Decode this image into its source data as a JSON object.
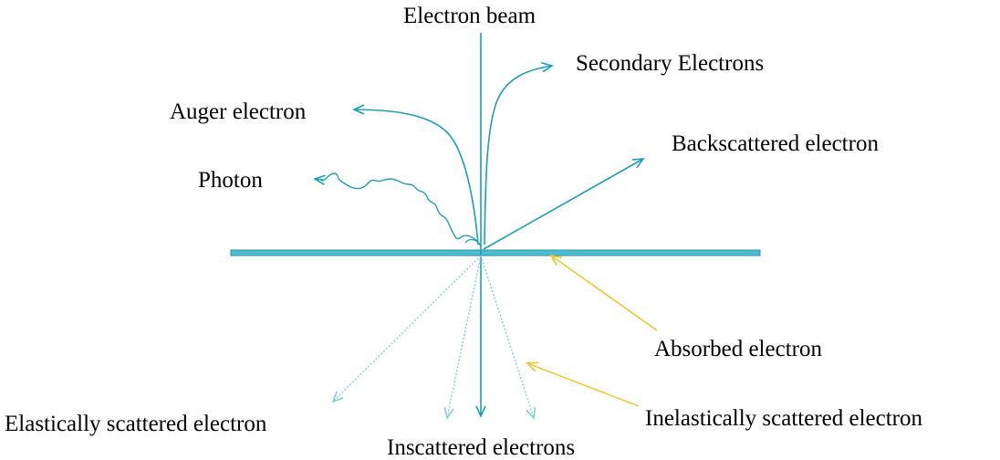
{
  "labels": {
    "electron_beam": "Electron beam",
    "secondary_electrons": "Secondary Electrons",
    "auger_electron": "Auger electron",
    "backscattered_electron": "Backscattered electron",
    "photon": "Photon",
    "absorbed_electron": "Absorbed electron",
    "elastically_scattered_electron": "Elastically scattered electron",
    "inelastically_scattered_electron": "Inelastically scattered electron",
    "inscattered_electrons": "Inscattered electrons"
  },
  "colors": {
    "beam": "#1aa0b4",
    "sample_fill": "#4bbfcf",
    "sample_edge": "#2a8fa0",
    "dotted": "#7fcfdb",
    "pointer": "#f2c21c",
    "text": "#000000"
  }
}
